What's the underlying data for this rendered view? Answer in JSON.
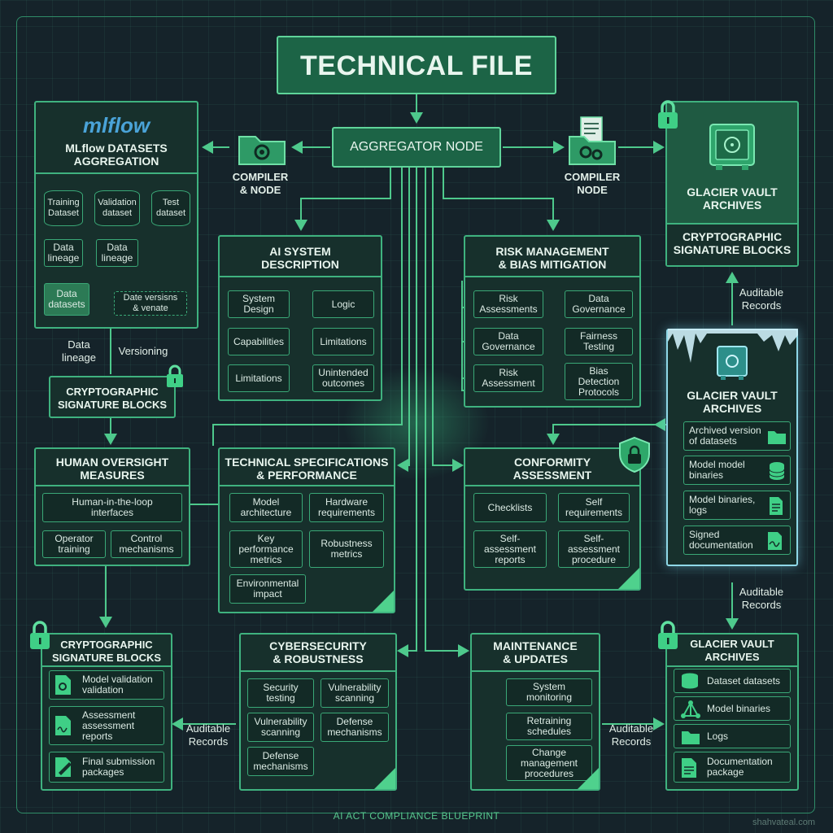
{
  "title": "TECHNICAL FILE",
  "aggregator": "AGGREGATOR NODE",
  "compiler_left": "COMPILER\n& NODE",
  "compiler_right": "COMPILER\nNODE",
  "mlflow": {
    "logo": "mlflow",
    "title": "MLflow DATASETS\nAGGREGATION",
    "training": "Training\nDataset",
    "validation": "Validation\ndataset",
    "test": "Test\ndataset",
    "lineage1": "Data\nlineage",
    "lineage2": "Data\nlineage",
    "datasets": "Data\ndatasets",
    "versions": "Date versisns\n& venate"
  },
  "data_lineage": "Data\nlineage",
  "versioning": "Versioning",
  "crypto_mid": "CRYPTOGRAPHIC\nSIGNATURE BLOCKS",
  "ai_system": {
    "title": "AI SYSTEM\nDESCRIPTION",
    "items": [
      "System\nDesign",
      "Logic",
      "Capabilities",
      "Limitations",
      "Limitations",
      "Unintended\noutcomes"
    ]
  },
  "risk": {
    "title": "RISK MANAGEMENT\n& BIAS MITIGATION",
    "items": [
      "Risk\nAssessments",
      "Data\nGovernance",
      "Data\nGovernance",
      "Fairness\nTesting",
      "Risk\nAssessment",
      "Bias\nDetection\nProtocols"
    ]
  },
  "glacier_top": {
    "title": "GLACIER VAULT\nARCHIVES",
    "sub": "CRYPTOGRAPHIC\nSIGNATURE BLOCKS"
  },
  "auditable1": "Auditable\nRecords",
  "glacier_mid": {
    "title": "GLACIER VAULT\nARCHIVES",
    "items": [
      "Archived version\nof datasets",
      "Model model\nbinaries",
      "Model binaries,\nlogs",
      "Signed\ndocumentation"
    ]
  },
  "auditable2": "Auditable\nRecords",
  "human": {
    "title": "HUMAN OVERSIGHT\nMEASURES",
    "items": [
      "Human-in-the-loop\ninterfaces",
      "Operator\ntraining",
      "Control\nmechanisms"
    ]
  },
  "tech_spec": {
    "title": "TECHNICAL SPECIFICATIONS\n& PERFORMANCE",
    "items": [
      "Model\narchitecture",
      "Hardware\nrequirements",
      "Key\nperformance\nmetrics",
      "Robustness\nmetrics",
      "Environmental\nimpact"
    ]
  },
  "conformity": {
    "title": "CONFORMITY\nASSESSMENT",
    "items": [
      "Checklists",
      "Self\nrequirements",
      "Self-\nassessment\nreports",
      "Self-\nassessment\nprocedure"
    ]
  },
  "crypto_bottom": {
    "title": "CRYPTOGRAPHIC\nSIGNATURE BLOCKS",
    "items": [
      "Model validation\nvalidation",
      "Assessment\nassessment\nreports",
      "Final submission\npackages"
    ]
  },
  "auditable3": "Auditable\nRecords",
  "cyber": {
    "title": "CYBERSECURITY\n& ROBUSTNESS",
    "items": [
      "Security\ntesting",
      "Vulnerability\nscanning",
      "Vulnerability\nscanning",
      "Defense\nmechanisms",
      "Defense\nmechanisms"
    ]
  },
  "maint": {
    "title": "MAINTENANCE\n& UPDATES",
    "items": [
      "System\nmonitoring",
      "Retraining\nschedules",
      "Change\nmanagement\nprocedures"
    ]
  },
  "auditable4": "Auditable\nRecords",
  "glacier_bottom": {
    "title": "GLACIER VAULT\nARCHIVES",
    "items": [
      "Dataset datasets",
      "Model binaries",
      "Logs",
      "Documentation\npackage"
    ]
  },
  "footer": "AI ACT COMPLIANCE BLUEPRINT",
  "watermark": "shahvateal.com",
  "colors": {
    "accent": "#3fb27f",
    "title_fill": "#1c6446",
    "background": "#15232a",
    "ice": "#bfe9f5"
  }
}
